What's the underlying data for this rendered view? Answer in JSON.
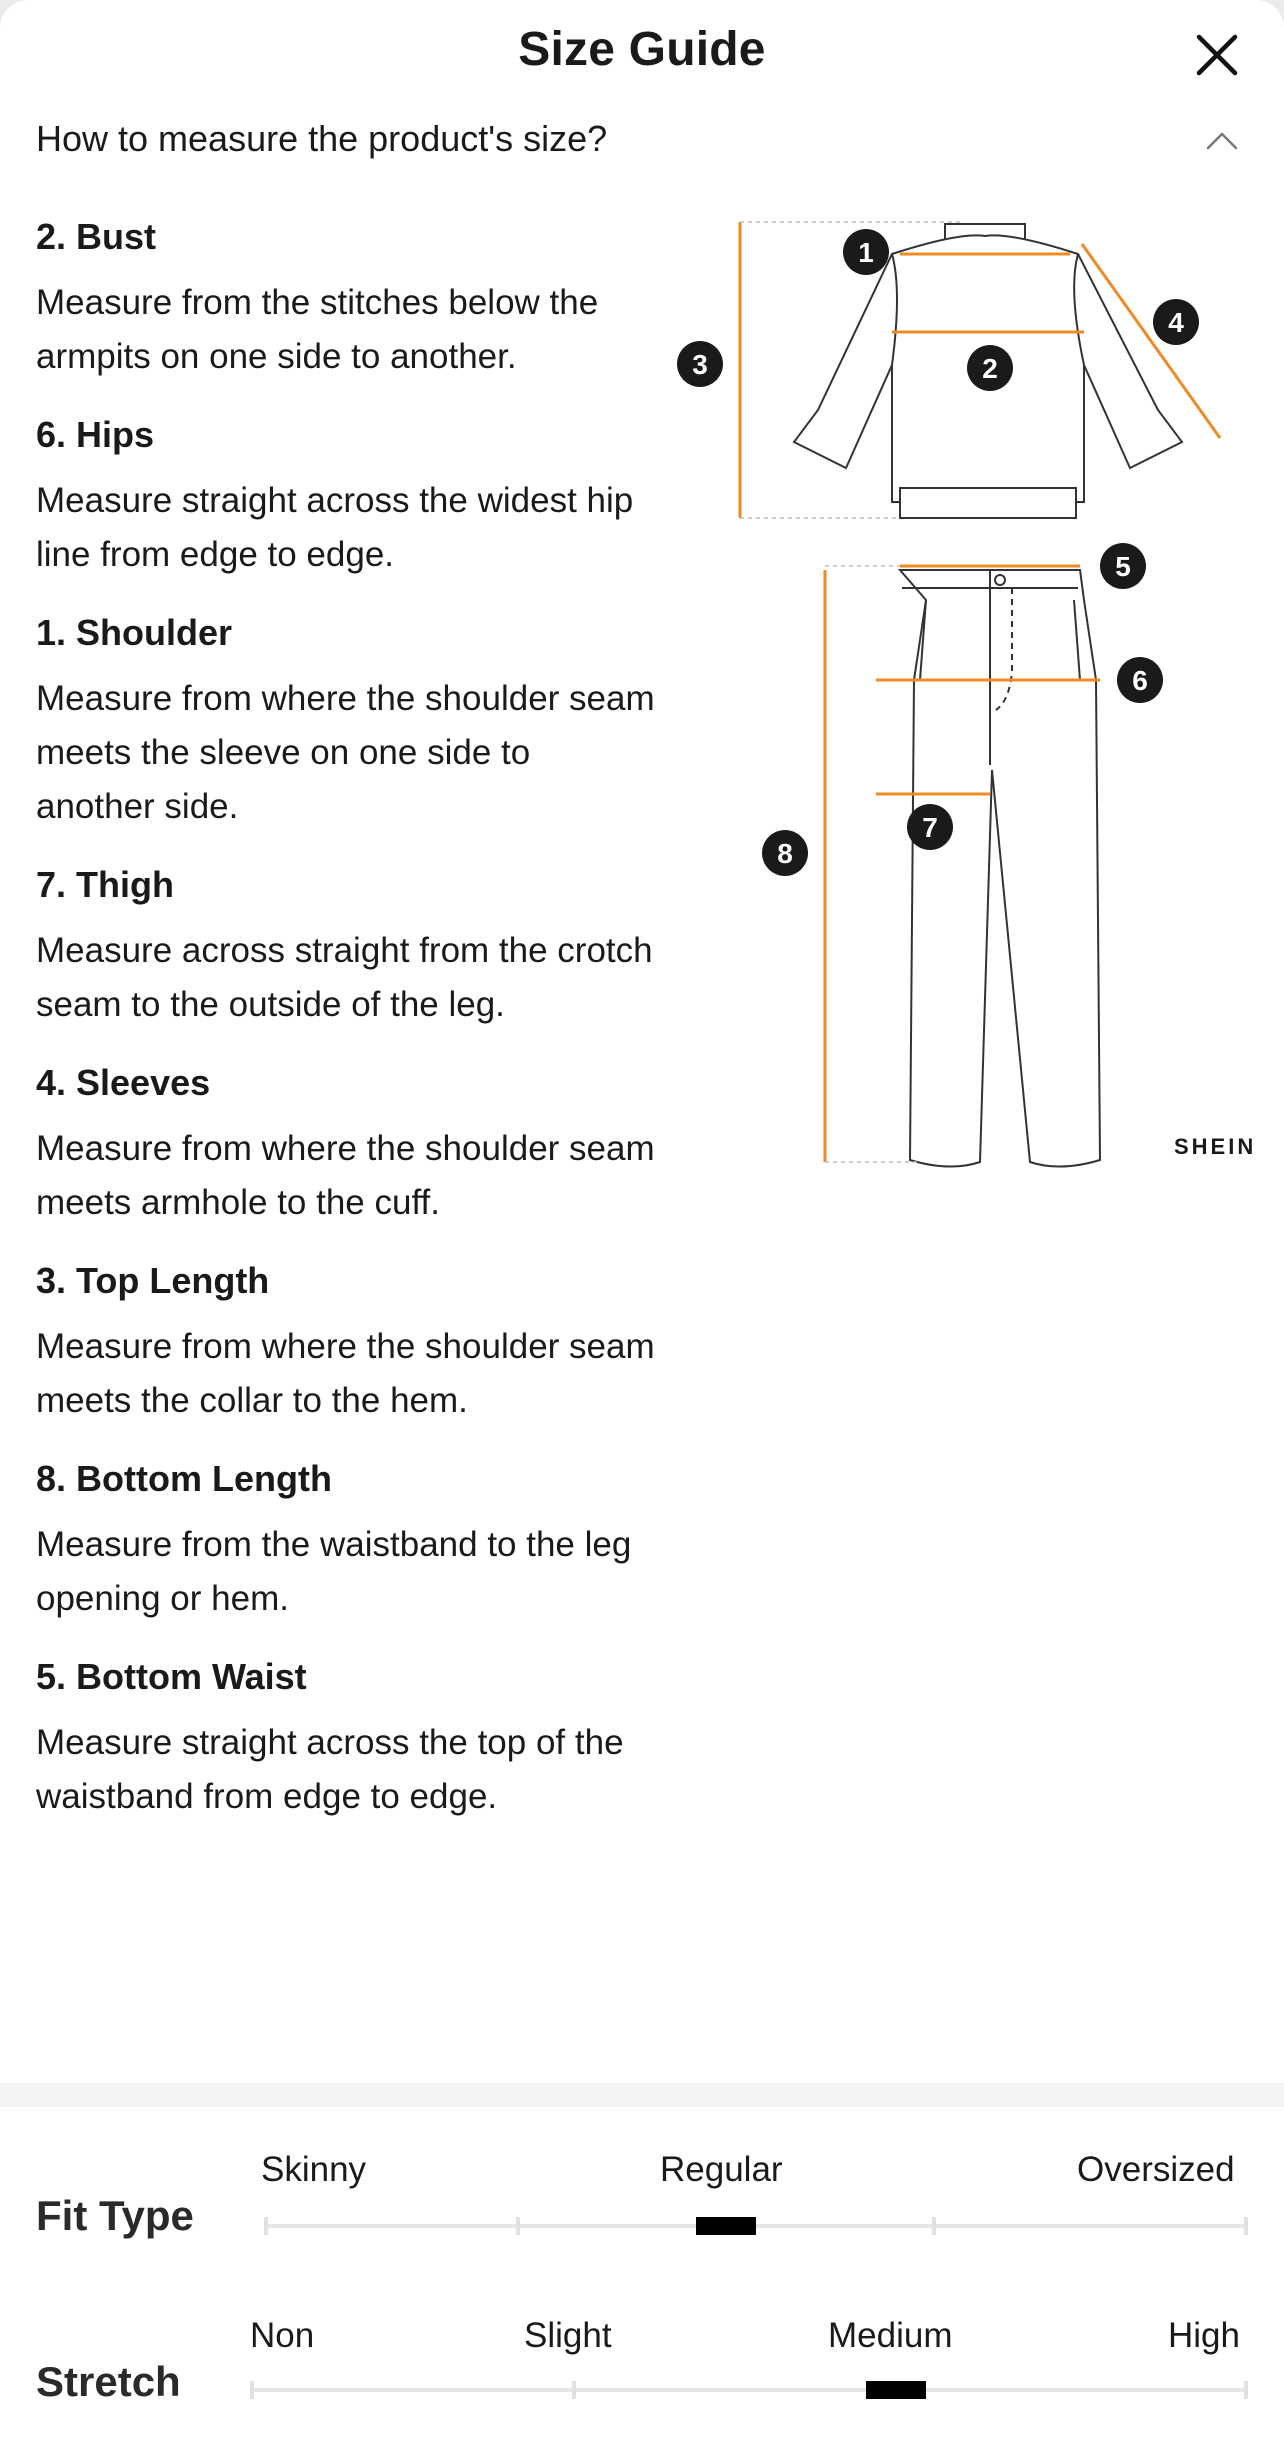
{
  "header": {
    "title": "Size Guide"
  },
  "how_to": {
    "label": "How to measure the product's size?"
  },
  "measurements": [
    {
      "title": "2. Bust",
      "description": "Measure from the stitches below the armpits on one side to another."
    },
    {
      "title": "6. Hips",
      "description": "Measure straight across the widest hip line from edge to edge."
    },
    {
      "title": "1. Shoulder",
      "description": "Measure from where the shoulder seam meets the sleeve on one side to another side."
    },
    {
      "title": "7. Thigh",
      "description": "Measure across straight from the crotch seam to the outside of the leg."
    },
    {
      "title": "4. Sleeves",
      "description": "Measure from where the shoulder seam meets armhole to the cuff."
    },
    {
      "title": "3. Top Length",
      "description": "Measure from where the shoulder seam meets the collar to the hem."
    },
    {
      "title": "8. Bottom Length",
      "description": "Measure from the waistband to the leg opening or hem."
    },
    {
      "title": "5. Bottom Waist",
      "description": "Measure straight across the top of the waistband from edge to edge."
    }
  ],
  "diagram": {
    "brand": "SHEIN",
    "markers": [
      "1",
      "2",
      "3",
      "4",
      "5",
      "6",
      "7",
      "8"
    ],
    "accent_color": "#f08a24"
  },
  "fit_type": {
    "label": "Fit Type",
    "options": [
      "Skinny",
      "Regular",
      "Oversized"
    ],
    "selected": "Regular"
  },
  "stretch": {
    "label": "Stretch",
    "options": [
      "Non",
      "Slight",
      "Medium",
      "High"
    ],
    "selected": "Medium"
  },
  "icons": {
    "close": "close-icon",
    "collapse": "chevron-up-icon"
  }
}
